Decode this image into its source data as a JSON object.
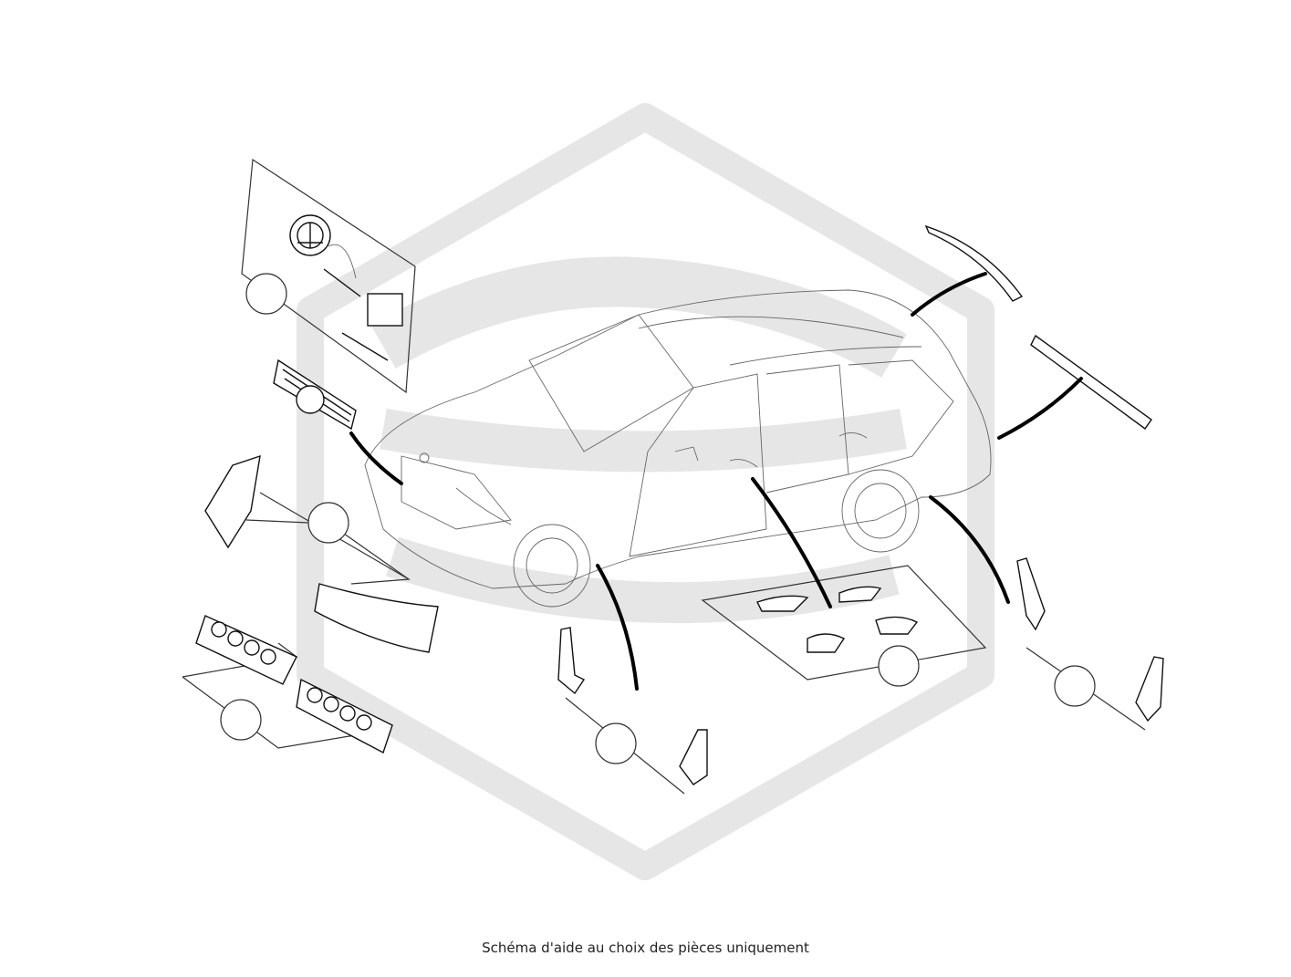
{
  "caption": "Schéma d'aide au choix des pièces uniquement",
  "colors": {
    "watermark": "#e6e6e6",
    "lines": "#333333",
    "arrows": "#000000"
  },
  "callouts": [
    {
      "name": "callout-emblem-kit"
    },
    {
      "name": "callout-front-bumper-trims"
    },
    {
      "name": "callout-fog-light-grilles"
    },
    {
      "name": "callout-front-mudflaps"
    },
    {
      "name": "callout-door-handle-covers"
    },
    {
      "name": "callout-rear-mudflaps"
    }
  ]
}
